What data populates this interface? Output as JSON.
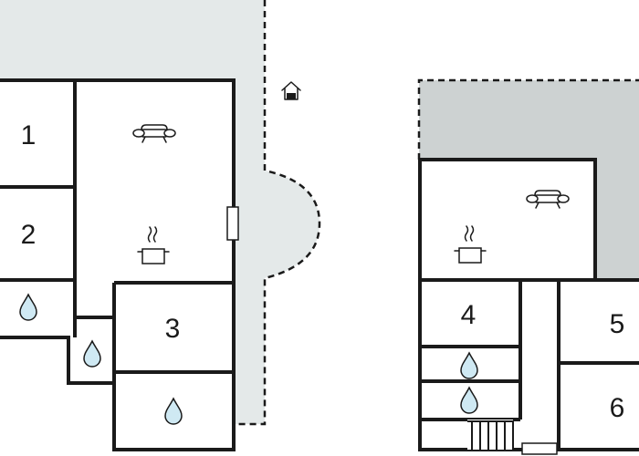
{
  "plan": {
    "rooms": [
      {
        "id": "1",
        "label": "1"
      },
      {
        "id": "2",
        "label": "2"
      },
      {
        "id": "3",
        "label": "3"
      },
      {
        "id": "4",
        "label": "4"
      },
      {
        "id": "5",
        "label": "5"
      },
      {
        "id": "6",
        "label": "6"
      }
    ],
    "icons": {
      "living": "sofa-icon",
      "kitchen": "cooking-pot-icon",
      "bathroom": "water-drop-icon",
      "entrance": "house-entrance-icon",
      "stairs": "stairs-icon"
    },
    "colors": {
      "terrace_light": "#e4e9e9",
      "terrace_dark": "#cdd2d2",
      "water": "#cfe9f3",
      "wall": "#1a1a1a"
    }
  }
}
